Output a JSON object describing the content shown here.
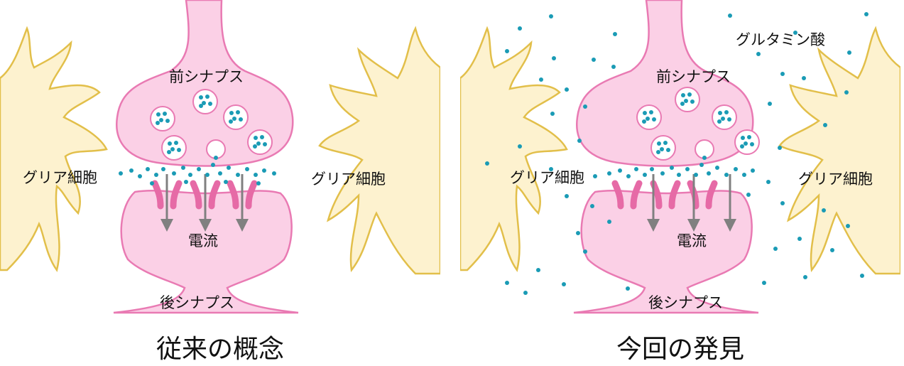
{
  "panels": [
    {
      "id": "conventional",
      "caption": "従来の概念",
      "labels": {
        "presynapse": "前シナプス",
        "postsynapse": "後シナプス",
        "glia_left": "グリア細胞",
        "glia_right": "グリア細胞",
        "current": "電流"
      }
    },
    {
      "id": "discovery",
      "caption": "今回の発見",
      "labels": {
        "presynapse": "前シナプス",
        "postsynapse": "後シナプス",
        "glia_left": "グリア細胞",
        "glia_right": "グリア細胞",
        "current": "電流",
        "glutamate": "グルタミン酸"
      }
    }
  ],
  "colors": {
    "neuron_fill": "#fbd0e6",
    "neuron_stroke": "#e97ab3",
    "glia_fill": "#fdf2cf",
    "glia_stroke": "#e2bf4a",
    "glutamate": "#1a9bb5",
    "receptor": "#e66aa6",
    "arrow": "#808080"
  }
}
